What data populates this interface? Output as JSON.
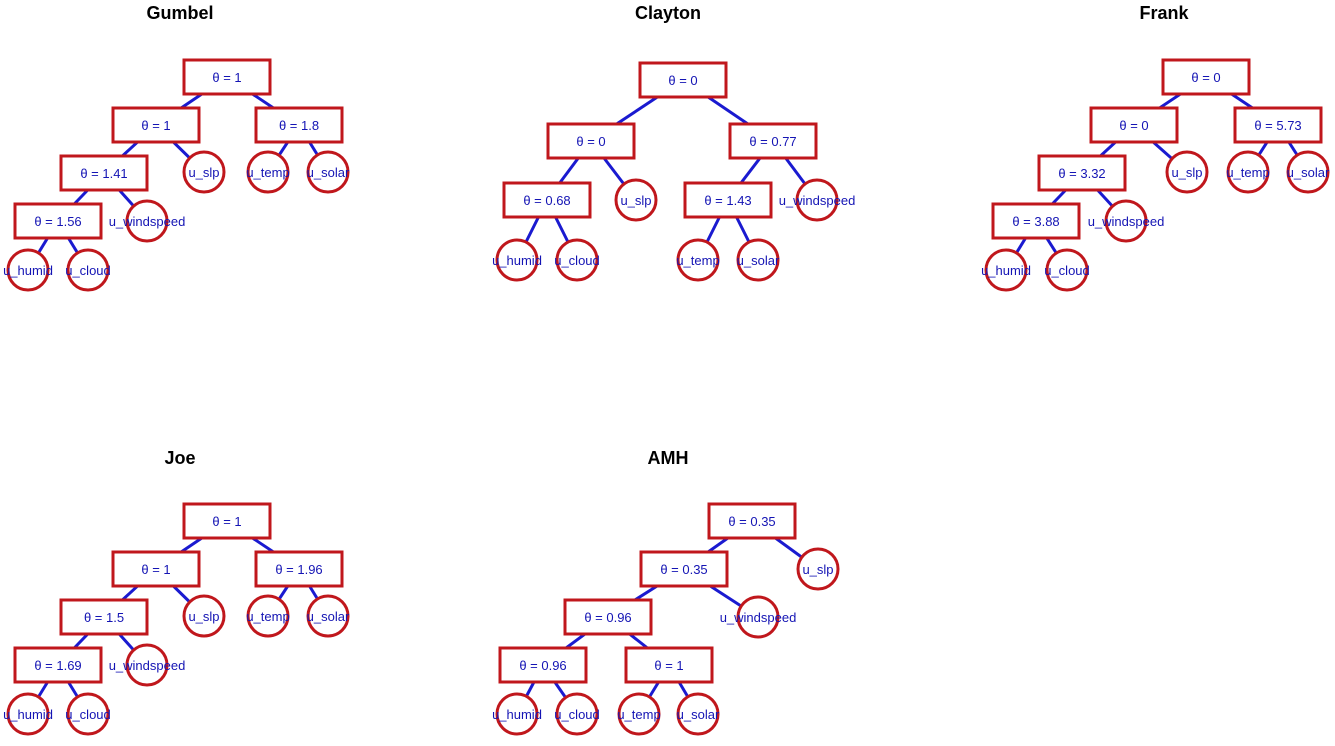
{
  "colors": {
    "box_stroke": "#c0171c",
    "edge": "#1a1ad0",
    "text": "#1414b4"
  },
  "trees": [
    {
      "title": "Gumbel",
      "nodes": [
        {
          "id": "n1",
          "kind": "param",
          "label": "θ = 1"
        },
        {
          "id": "n2",
          "kind": "param",
          "label": "θ = 1"
        },
        {
          "id": "n3",
          "kind": "param",
          "label": "θ = 1.8"
        },
        {
          "id": "n4",
          "kind": "param",
          "label": "θ = 1.41"
        },
        {
          "id": "n5",
          "kind": "param",
          "label": "θ = 1.56"
        },
        {
          "id": "l1",
          "kind": "leaf",
          "label": "u_slp"
        },
        {
          "id": "l2",
          "kind": "leaf",
          "label": "u_temp"
        },
        {
          "id": "l3",
          "kind": "leaf",
          "label": "u_solar"
        },
        {
          "id": "l4",
          "kind": "leaf",
          "label": "u_windspeed"
        },
        {
          "id": "l5",
          "kind": "leaf",
          "label": "u_humid"
        },
        {
          "id": "l6",
          "kind": "leaf",
          "label": "u_cloud"
        }
      ],
      "edges": [
        [
          "n1",
          "n2"
        ],
        [
          "n1",
          "n3"
        ],
        [
          "n2",
          "n4"
        ],
        [
          "n2",
          "l1"
        ],
        [
          "n3",
          "l2"
        ],
        [
          "n3",
          "l3"
        ],
        [
          "n4",
          "n5"
        ],
        [
          "n4",
          "l4"
        ],
        [
          "n5",
          "l5"
        ],
        [
          "n5",
          "l6"
        ]
      ]
    },
    {
      "title": "Clayton",
      "nodes": [
        {
          "id": "n1",
          "kind": "param",
          "label": "θ = 0"
        },
        {
          "id": "n2",
          "kind": "param",
          "label": "θ = 0"
        },
        {
          "id": "n3",
          "kind": "param",
          "label": "θ = 0.77"
        },
        {
          "id": "n4",
          "kind": "param",
          "label": "θ = 0.68"
        },
        {
          "id": "n5",
          "kind": "param",
          "label": "θ = 1.43"
        },
        {
          "id": "l1",
          "kind": "leaf",
          "label": "u_slp"
        },
        {
          "id": "l2",
          "kind": "leaf",
          "label": "u_windspeed"
        },
        {
          "id": "l3",
          "kind": "leaf",
          "label": "u_humid"
        },
        {
          "id": "l4",
          "kind": "leaf",
          "label": "u_cloud"
        },
        {
          "id": "l5",
          "kind": "leaf",
          "label": "u_temp"
        },
        {
          "id": "l6",
          "kind": "leaf",
          "label": "u_solar"
        }
      ],
      "edges": [
        [
          "n1",
          "n2"
        ],
        [
          "n1",
          "n3"
        ],
        [
          "n2",
          "n4"
        ],
        [
          "n2",
          "l1"
        ],
        [
          "n3",
          "n5"
        ],
        [
          "n3",
          "l2"
        ],
        [
          "n4",
          "l3"
        ],
        [
          "n4",
          "l4"
        ],
        [
          "n5",
          "l5"
        ],
        [
          "n5",
          "l6"
        ]
      ]
    },
    {
      "title": "Frank",
      "nodes": [
        {
          "id": "n1",
          "kind": "param",
          "label": "θ = 0"
        },
        {
          "id": "n2",
          "kind": "param",
          "label": "θ = 0"
        },
        {
          "id": "n3",
          "kind": "param",
          "label": "θ = 5.73"
        },
        {
          "id": "n4",
          "kind": "param",
          "label": "θ = 3.32"
        },
        {
          "id": "n5",
          "kind": "param",
          "label": "θ = 3.88"
        },
        {
          "id": "l1",
          "kind": "leaf",
          "label": "u_slp"
        },
        {
          "id": "l2",
          "kind": "leaf",
          "label": "u_temp"
        },
        {
          "id": "l3",
          "kind": "leaf",
          "label": "u_solar"
        },
        {
          "id": "l4",
          "kind": "leaf",
          "label": "u_windspeed"
        },
        {
          "id": "l5",
          "kind": "leaf",
          "label": "u_humid"
        },
        {
          "id": "l6",
          "kind": "leaf",
          "label": "u_cloud"
        }
      ],
      "edges": [
        [
          "n1",
          "n2"
        ],
        [
          "n1",
          "n3"
        ],
        [
          "n2",
          "n4"
        ],
        [
          "n2",
          "l1"
        ],
        [
          "n3",
          "l2"
        ],
        [
          "n3",
          "l3"
        ],
        [
          "n4",
          "n5"
        ],
        [
          "n4",
          "l4"
        ],
        [
          "n5",
          "l5"
        ],
        [
          "n5",
          "l6"
        ]
      ]
    },
    {
      "title": "Joe",
      "nodes": [
        {
          "id": "n1",
          "kind": "param",
          "label": "θ = 1"
        },
        {
          "id": "n2",
          "kind": "param",
          "label": "θ = 1"
        },
        {
          "id": "n3",
          "kind": "param",
          "label": "θ = 1.96"
        },
        {
          "id": "n4",
          "kind": "param",
          "label": "θ = 1.5"
        },
        {
          "id": "n5",
          "kind": "param",
          "label": "θ = 1.69"
        },
        {
          "id": "l1",
          "kind": "leaf",
          "label": "u_slp"
        },
        {
          "id": "l2",
          "kind": "leaf",
          "label": "u_temp"
        },
        {
          "id": "l3",
          "kind": "leaf",
          "label": "u_solar"
        },
        {
          "id": "l4",
          "kind": "leaf",
          "label": "u_windspeed"
        },
        {
          "id": "l5",
          "kind": "leaf",
          "label": "u_humid"
        },
        {
          "id": "l6",
          "kind": "leaf",
          "label": "u_cloud"
        }
      ],
      "edges": [
        [
          "n1",
          "n2"
        ],
        [
          "n1",
          "n3"
        ],
        [
          "n2",
          "n4"
        ],
        [
          "n2",
          "l1"
        ],
        [
          "n3",
          "l2"
        ],
        [
          "n3",
          "l3"
        ],
        [
          "n4",
          "n5"
        ],
        [
          "n4",
          "l4"
        ],
        [
          "n5",
          "l5"
        ],
        [
          "n5",
          "l6"
        ]
      ]
    },
    {
      "title": "AMH",
      "nodes": [
        {
          "id": "n1",
          "kind": "param",
          "label": "θ = 0.35"
        },
        {
          "id": "n2",
          "kind": "param",
          "label": "θ = 0.35"
        },
        {
          "id": "n3",
          "kind": "param",
          "label": "θ = 0.96"
        },
        {
          "id": "n4",
          "kind": "param",
          "label": "θ = 0.96"
        },
        {
          "id": "n5",
          "kind": "param",
          "label": "θ = 1"
        },
        {
          "id": "l1",
          "kind": "leaf",
          "label": "u_slp"
        },
        {
          "id": "l2",
          "kind": "leaf",
          "label": "u_windspeed"
        },
        {
          "id": "l3",
          "kind": "leaf",
          "label": "u_humid"
        },
        {
          "id": "l4",
          "kind": "leaf",
          "label": "u_cloud"
        },
        {
          "id": "l5",
          "kind": "leaf",
          "label": "u_temp"
        },
        {
          "id": "l6",
          "kind": "leaf",
          "label": "u_solar"
        }
      ],
      "edges": [
        [
          "n1",
          "n2"
        ],
        [
          "n1",
          "l1"
        ],
        [
          "n2",
          "n3"
        ],
        [
          "n2",
          "l2"
        ],
        [
          "n3",
          "n4"
        ],
        [
          "n3",
          "n5"
        ],
        [
          "n4",
          "l3"
        ],
        [
          "n4",
          "l4"
        ],
        [
          "n5",
          "l5"
        ],
        [
          "n5",
          "l6"
        ]
      ]
    }
  ]
}
